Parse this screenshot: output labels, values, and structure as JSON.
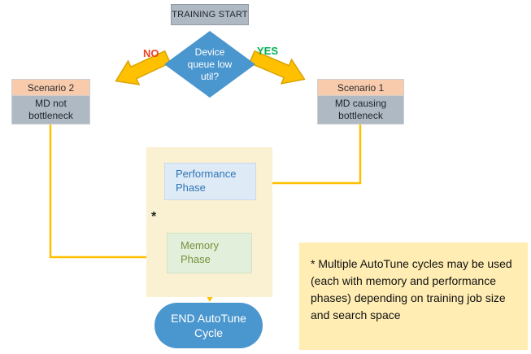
{
  "diagram": {
    "start_label": "TRAINING START",
    "decision_label": "Device queue low util?",
    "no_label": "NO",
    "yes_label": "YES",
    "scenario2": {
      "title": "Scenario 2",
      "body": "MD not bottleneck"
    },
    "scenario1": {
      "title": "Scenario 1",
      "body": "MD causing bottleneck"
    },
    "performance_label": "Performance Phase",
    "memory_label": "Memory Phase",
    "cycles_asterisk": "*",
    "end_label": "END AutoTune Cycle",
    "note": "* Multiple AutoTune cycles may be used (each with memory and performance phases) depending on training job size and search space"
  },
  "colors": {
    "diamond_blue": "#4a96ce",
    "end_blue": "#4a96ce",
    "arrow_gold": "#ffc000",
    "scenario_header_peach": "#f8cbad",
    "node_gray": "#aeb9c4",
    "performance_bg": "#deeaf6",
    "performance_text": "#2e75b6",
    "memory_bg": "#e2efda",
    "memory_text": "#76923c",
    "container_cream": "#faf0d2",
    "note_yellow": "#ffedb3",
    "no_red": "#f04124",
    "yes_green": "#00b050"
  }
}
